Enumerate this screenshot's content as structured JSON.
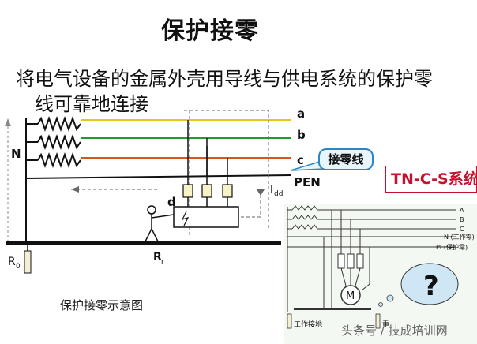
{
  "title": "保护接零",
  "description": {
    "line1": "将电气设备的金属外壳用导线与供电系统的保护零",
    "line2": "线可靠地连接"
  },
  "labels": {
    "phase_a": "a",
    "phase_b": "b",
    "phase_c": "c",
    "pen": "PEN",
    "neutral": "N",
    "fault_point": "d",
    "idd": "I",
    "idd_sub": "dd",
    "r0": "R",
    "r0_sub": "0",
    "rr": "R",
    "rr_sub": "r"
  },
  "callout": "接零线",
  "caption": "保护接零示意图",
  "tncs": {
    "title": "TN-C-S系统",
    "line_a": "A",
    "line_b": "B",
    "line_c": "C",
    "n_line": "N (工作零)",
    "pe_line": "PE(保护零)",
    "motor": "M",
    "question": "?",
    "ground_label": "工作接地",
    "ground2_label": "重"
  },
  "watermark": "头条号 / 技成培训网",
  "colors": {
    "phase_a": "#e6c619",
    "phase_b": "#1f9d2a",
    "phase_c": "#d9541e",
    "pen": "#111111",
    "callout_border": "#2a86c5",
    "callout_fill": "#e8f5fb",
    "tncs_title": "#c8102e"
  }
}
